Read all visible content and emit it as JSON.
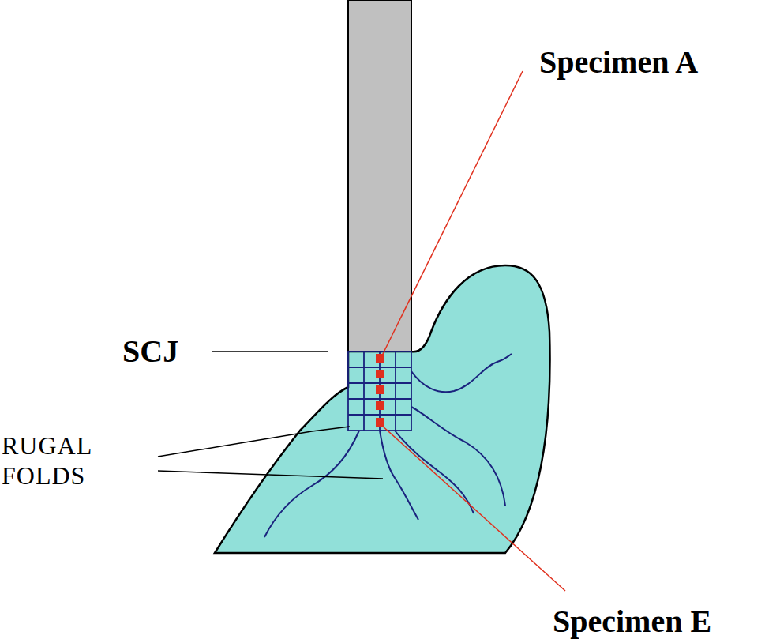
{
  "diagram": {
    "labels": [
      "Specimen A",
      "SCJ",
      "RUGAL FOLDS",
      "Specimen E"
    ]
  }
}
